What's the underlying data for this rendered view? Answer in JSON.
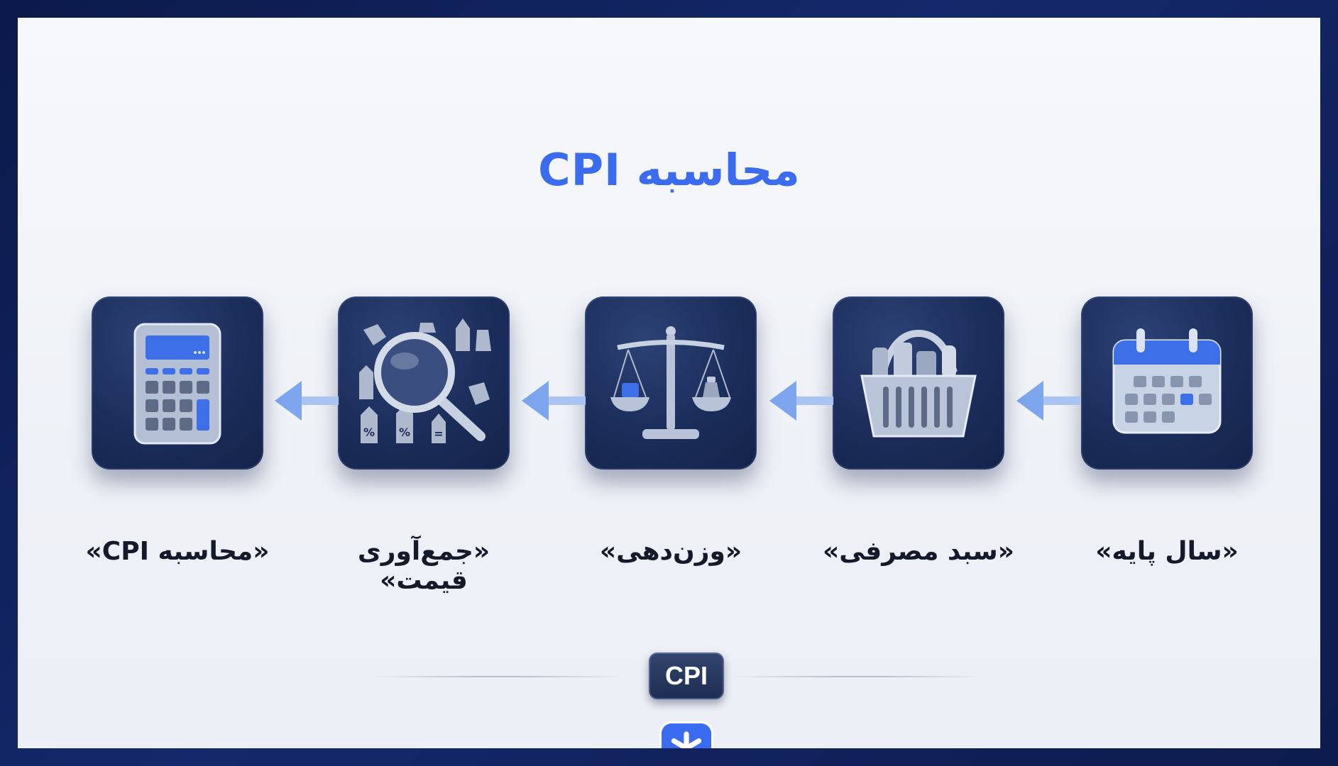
{
  "title": "محاسبه CPI",
  "steps": [
    {
      "label": "«سال پایه»",
      "icon": "calendar-icon"
    },
    {
      "label": "«سبد مصرفی»",
      "icon": "basket-icon"
    },
    {
      "label": "«وزن‌دهی»",
      "icon": "scale-icon"
    },
    {
      "label": "«جمع‌آوری قیمت»",
      "icon": "magnifier-price-tags-icon"
    },
    {
      "label": "«محاسبه CPI»",
      "icon": "calculator-icon"
    }
  ],
  "footer": {
    "badge": "CPI",
    "logo_icon": "asterisk-logo-icon"
  },
  "colors": {
    "accent": "#3b6bee",
    "tile": "#1b2d5a",
    "arrow": "#7ea6ee"
  }
}
